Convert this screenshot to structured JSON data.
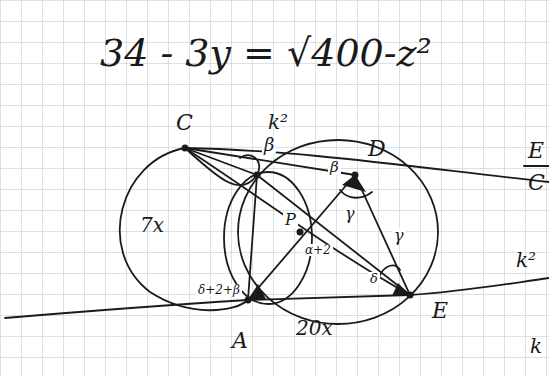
{
  "diagram": {
    "labels": [
      "34 - 3y = √400-z²",
      "C",
      "k²",
      "D",
      "E",
      "C",
      "7x",
      "β",
      "P",
      "β",
      "γ",
      "α+2",
      "γ",
      "δ+2+β",
      "δ",
      "20x",
      "E",
      "A",
      "k²",
      "k"
    ]
  }
}
